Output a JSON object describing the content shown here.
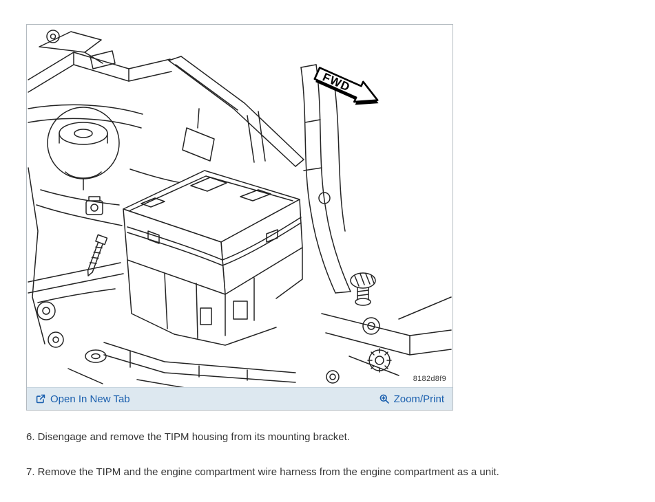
{
  "figure": {
    "fwd_label": "FWD",
    "figure_code": "8182d8f9"
  },
  "toolbar": {
    "open_in_new_tab_label": "Open In New Tab",
    "zoom_print_label": "Zoom/Print"
  },
  "steps": [
    "6. Disengage and remove the TIPM housing from its mounting bracket.",
    "7. Remove the TIPM and the engine compartment wire harness from the engine compartment as a unit."
  ],
  "colors": {
    "link_blue": "#1a5fae",
    "toolbar_background": "#dde8f0",
    "line_art": "#242424",
    "body_text": "#363636"
  }
}
